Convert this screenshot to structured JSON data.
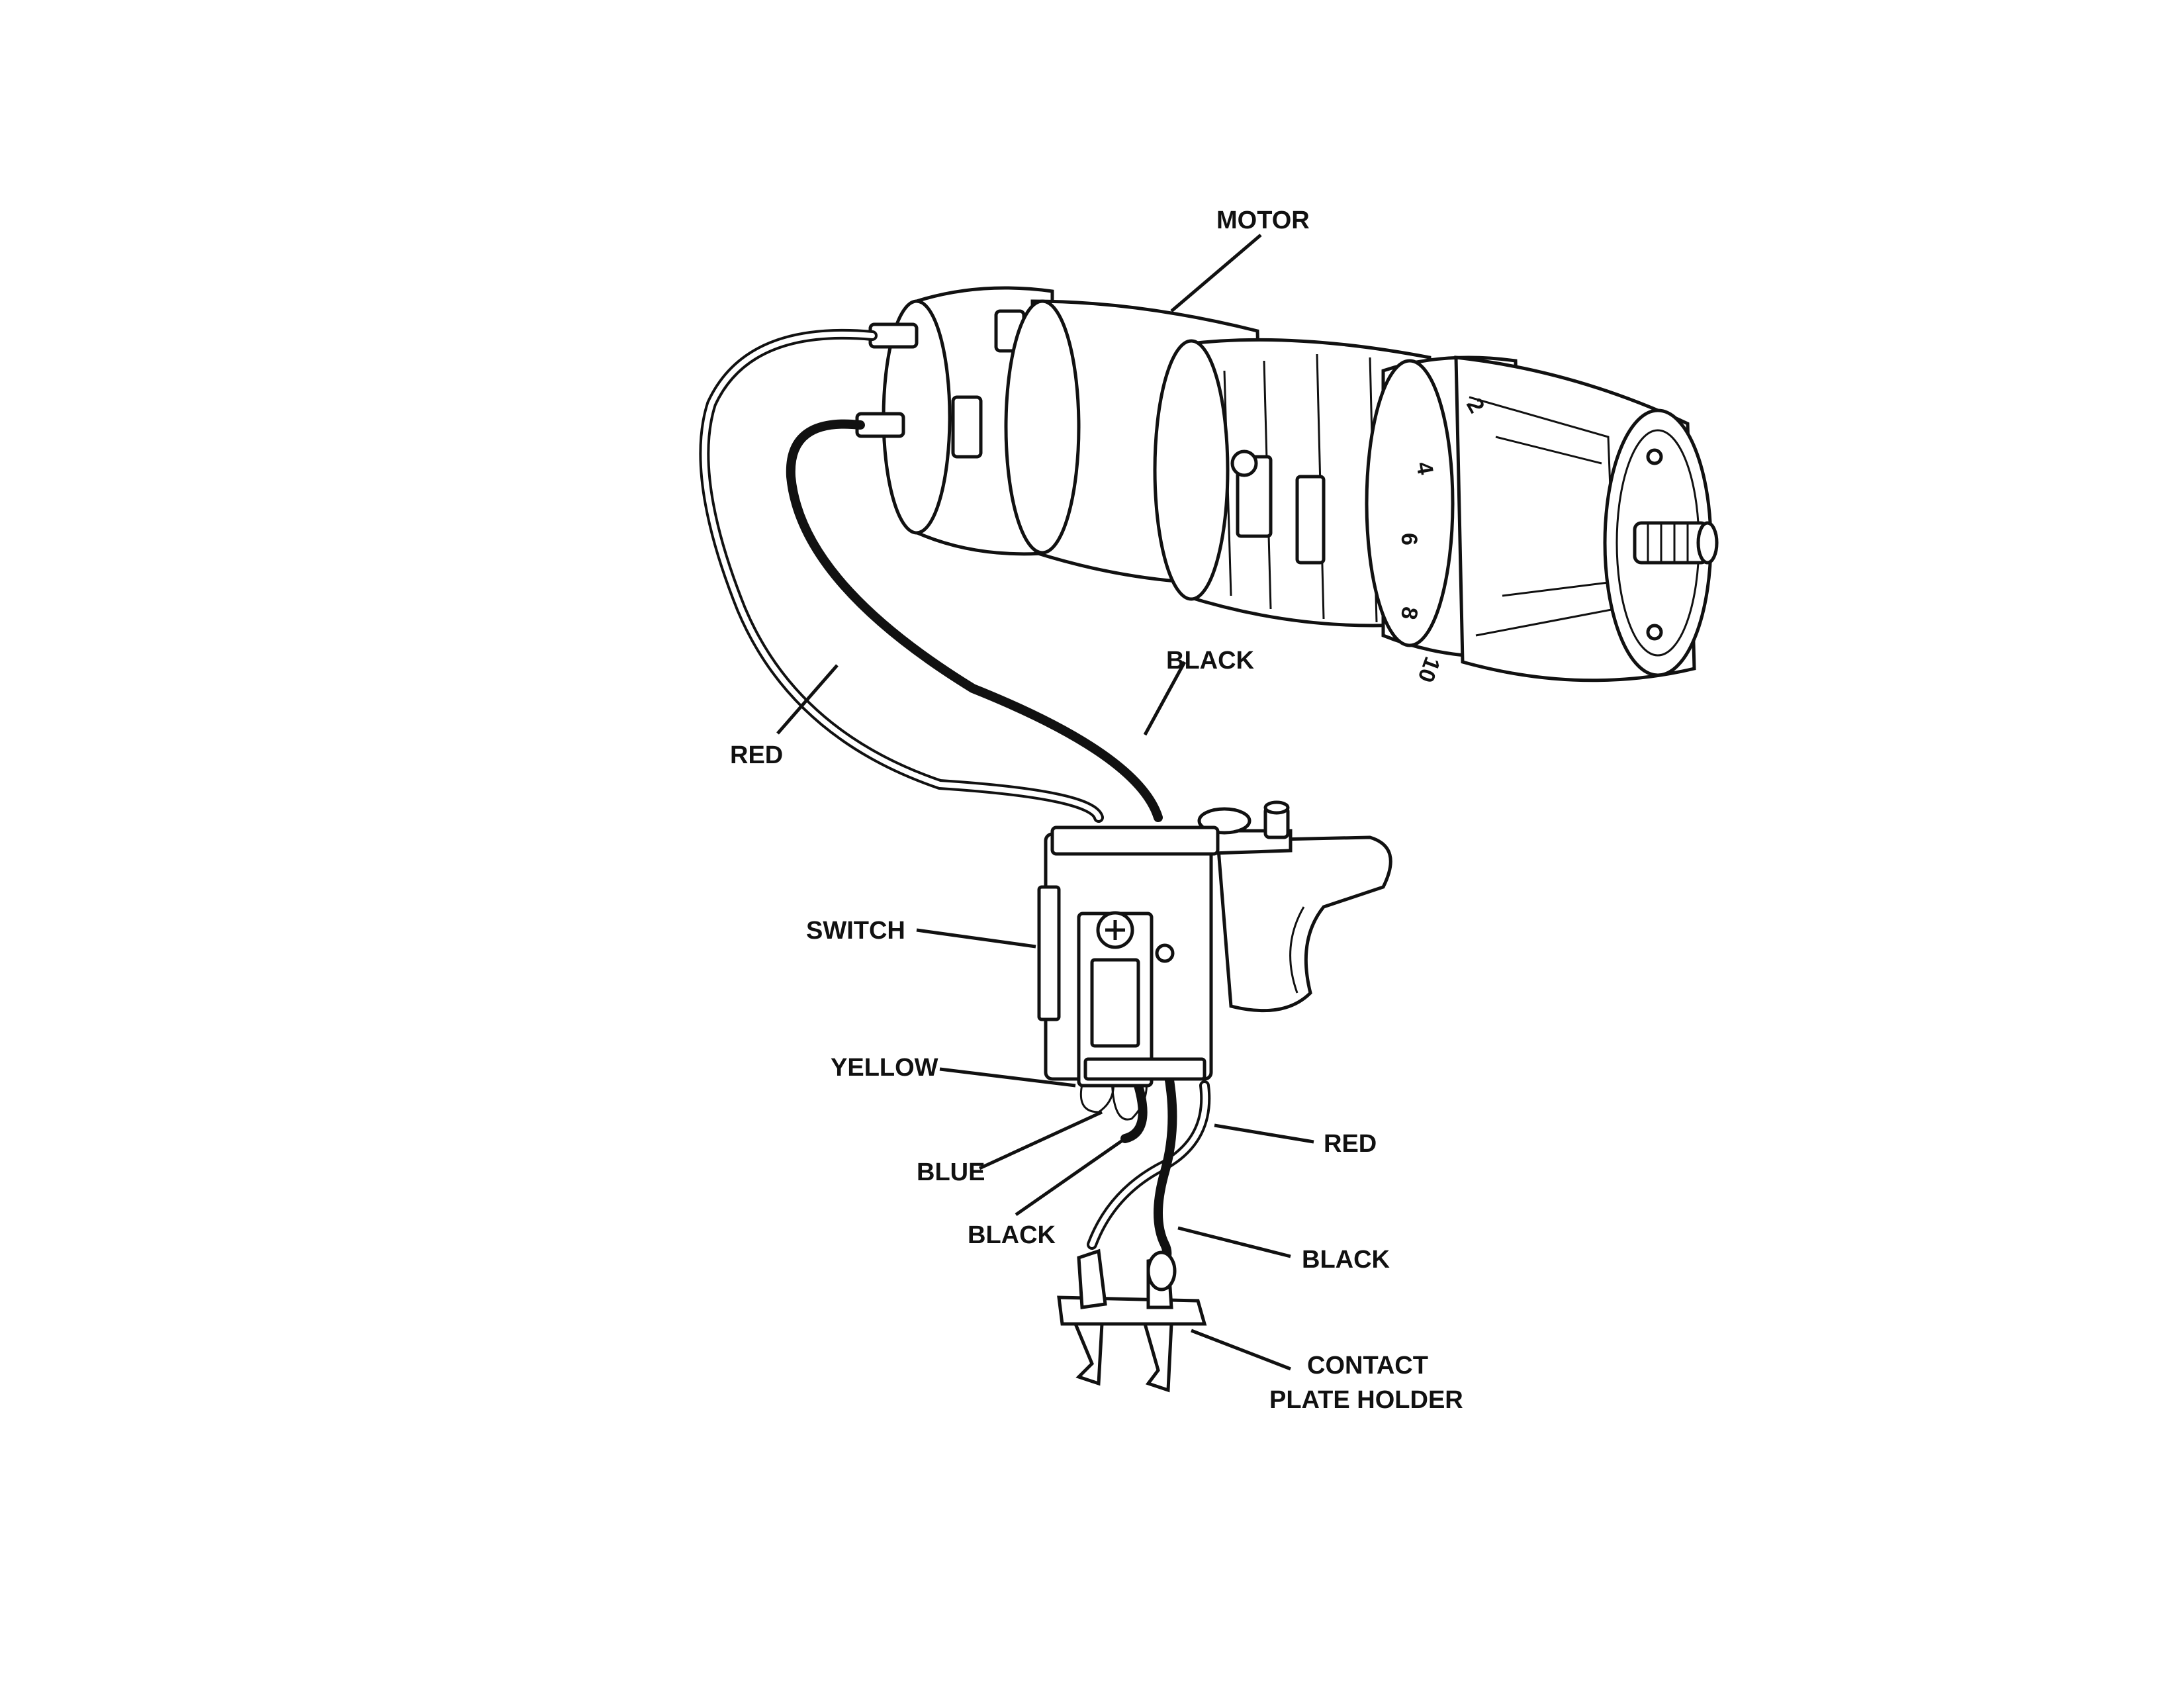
{
  "labels": {
    "motor": "MOTOR",
    "black_top": "BLACK",
    "red_left": "RED",
    "switch": "SWITCH",
    "yellow": "YELLOW",
    "blue": "BLUE",
    "black_mid": "BLACK",
    "red_right": "RED",
    "black_right": "BLACK",
    "contact_line1": "CONTACT",
    "contact_line2": "PLATE HOLDER"
  },
  "dial_numbers": [
    "2",
    "4",
    "6",
    "8",
    "10"
  ]
}
